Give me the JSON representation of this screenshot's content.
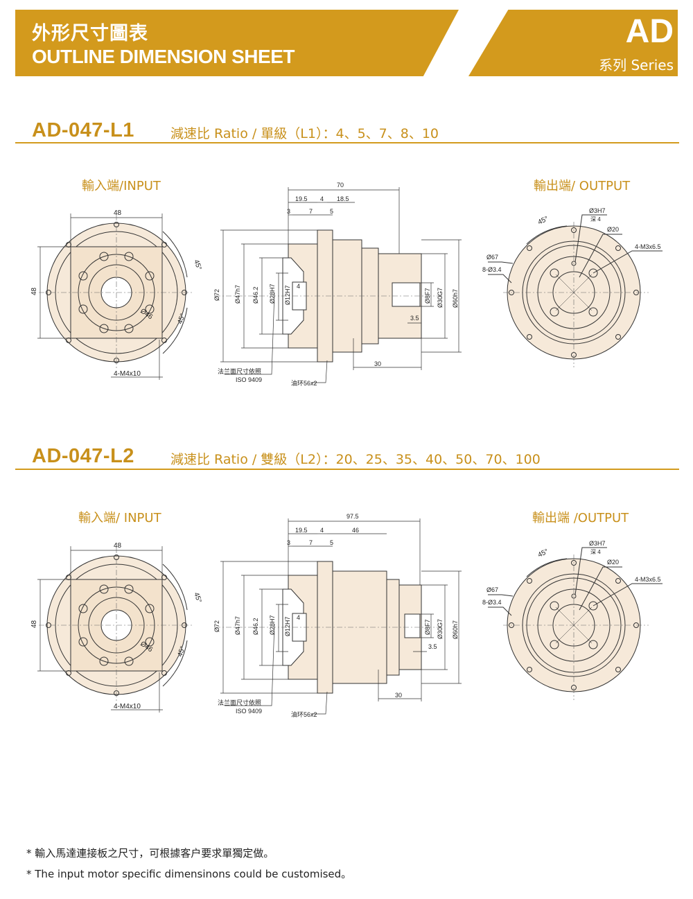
{
  "header": {
    "title_cn": "外形尺寸圖表",
    "title_en": "OUTLINE DIMENSION SHEET",
    "series_code": "AD",
    "series_label": "系列 Series",
    "accent_color": "#d39a1d"
  },
  "section_l1": {
    "model": "AD-047-L1",
    "ratio_text": "減速比 Ratio / 單級（L1）：4、5、7、8、10",
    "input_label": "輸入端/INPUT",
    "output_label": "輸出端/ OUTPUT",
    "input_dims": {
      "width": "48",
      "height": "48",
      "pcd": "Ø46",
      "angle_a": "45°",
      "angle_b": "45°",
      "tap": "4-M4x10"
    },
    "side_dims": {
      "overall": "70",
      "d1": "19.5",
      "d2": "4",
      "d3": "18.5",
      "d4": "3",
      "d5": "7",
      "d6": "5",
      "dia_a": "Ø72",
      "dia_b": "Ø47h7",
      "dia_c": "Ø46.2",
      "dia_d": "Ø28H7",
      "dia_e": "Ø12H7",
      "inner": "4",
      "dia_f": "Ø8F7",
      "dia_g": "Ø30G7",
      "dia_h": "Ø60h7",
      "step": "3.5",
      "shaft": "30",
      "flange_note_1": "法兰面尺寸依照",
      "flange_note_2": "ISO 9409",
      "oil_ring": "油环56x2"
    },
    "output_dims": {
      "pin": "Ø3H7",
      "pin_depth": "深 4",
      "angle": "45°",
      "dia_inner": "Ø20",
      "tap": "4-M3x6.5",
      "dia_outer": "Ø67",
      "holes": "8-Ø3.4"
    }
  },
  "section_l2": {
    "model": "AD-047-L2",
    "ratio_text": "減速比 Ratio / 雙級（L2）：20、25、35、40、50、70、100",
    "input_label": "輸入端/ INPUT",
    "output_label": "輸出端 /OUTPUT",
    "input_dims": {
      "width": "48",
      "height": "48",
      "pcd": "Ø46",
      "angle_a": "45°",
      "angle_b": "45°",
      "tap": "4-M4x10"
    },
    "side_dims": {
      "overall": "97.5",
      "d1": "19.5",
      "d2": "4",
      "d3": "46",
      "d4": "3",
      "d5": "7",
      "d6": "5",
      "dia_a": "Ø72",
      "dia_b": "Ø47h7",
      "dia_c": "Ø46.2",
      "dia_d": "Ø28H7",
      "dia_e": "Ø12H7",
      "inner": "4",
      "dia_f": "Ø8F7",
      "dia_g": "Ø30G7",
      "dia_h": "Ø60h7",
      "step": "3.5",
      "shaft": "30",
      "flange_note_1": "法兰面尺寸依照",
      "flange_note_2": "ISO 9409",
      "oil_ring": "油环56x2"
    },
    "output_dims": {
      "pin": "Ø3H7",
      "pin_depth": "深 4",
      "angle": "45°",
      "dia_inner": "Ø20",
      "tap": "4-M3x6.5",
      "dia_outer": "Ø67",
      "holes": "8-Ø3.4"
    }
  },
  "notes": {
    "cn": "* 輸入馬達連接板之尺寸，可根據客户要求單獨定做。",
    "en": "* The input motor specific dimensinons could be customised。"
  }
}
